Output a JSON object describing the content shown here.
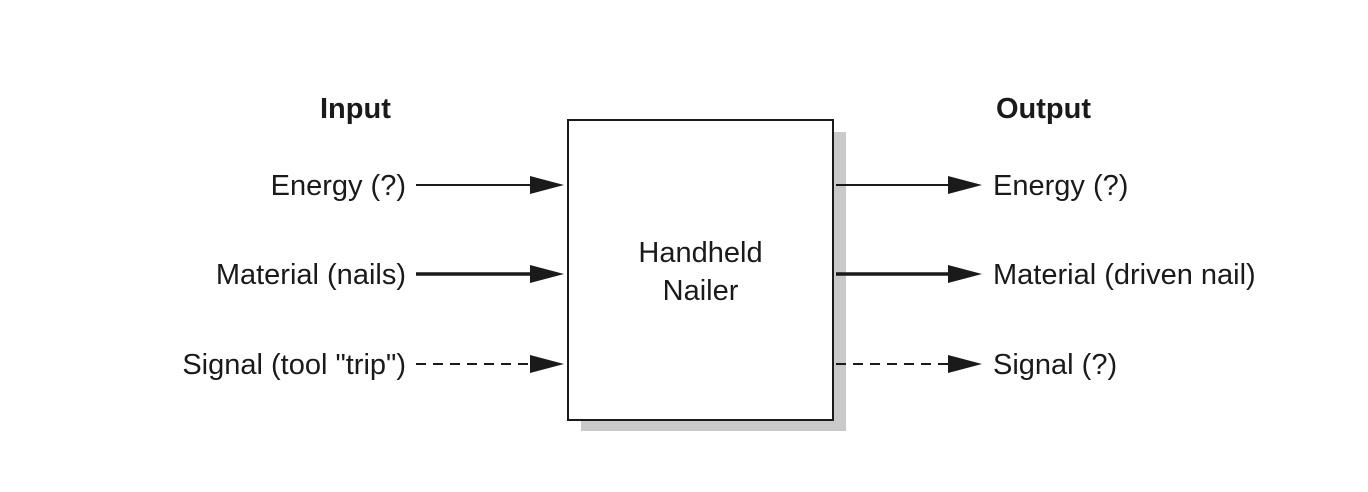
{
  "input_heading": "Input",
  "output_heading": "Output",
  "process": {
    "line1": "Handheld",
    "line2": "Nailer"
  },
  "inputs": [
    {
      "label": "Energy (?)",
      "flow": "energy"
    },
    {
      "label": "Material (nails)",
      "flow": "material"
    },
    {
      "label": "Signal (tool \"trip\")",
      "flow": "signal"
    }
  ],
  "outputs": [
    {
      "label": "Energy (?)",
      "flow": "energy"
    },
    {
      "label": "Material (driven nail)",
      "flow": "material"
    },
    {
      "label": "Signal (?)",
      "flow": "signal"
    }
  ],
  "colors": {
    "line": "#1a1a1a",
    "shadow": "#c9c9c9"
  }
}
